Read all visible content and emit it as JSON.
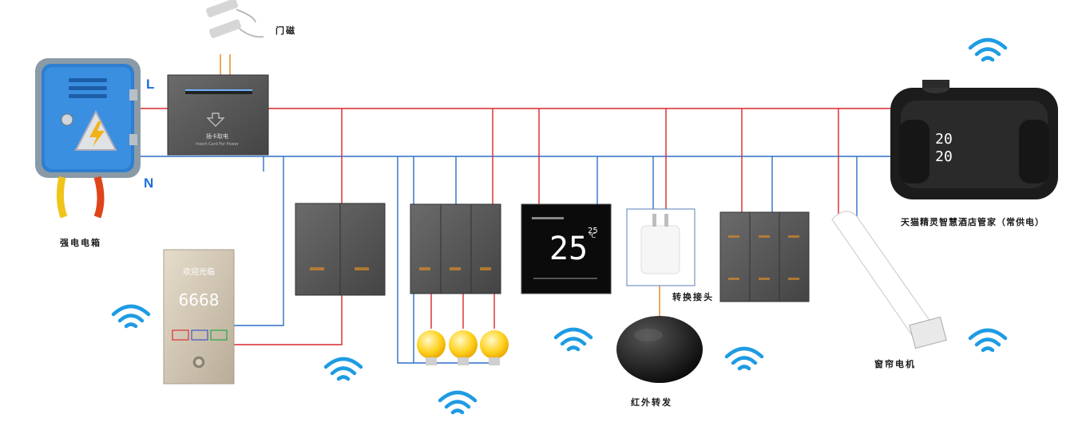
{
  "labels": {
    "door_magnet": "门磁",
    "power_box": "强电电箱",
    "adapter": "转换接头",
    "ir_blaster": "红外转发",
    "curtain_motor": "窗帘电机",
    "tmall_speaker": "天猫精灵智慧酒店管家（常供电）"
  },
  "bus": {
    "live": "L",
    "neutral": "N"
  },
  "card_switch": {
    "cn": "插卡取电",
    "en": "Insert Card For Power"
  },
  "doorplate": {
    "hotel": "欢迎光临",
    "room": "6668"
  },
  "thermostat": {
    "temp": "25",
    "unit": "℃",
    "set_temp": "25"
  },
  "speaker_clock": {
    "top": "20",
    "bottom": "20"
  },
  "colors": {
    "live_wire": "#d8272d",
    "neutral_wire": "#2f6fc8",
    "wifi": "#1e9be3",
    "panel": "#5a5a5a",
    "label": "#1d6fd6"
  },
  "icons": [
    "wifi-icon",
    "lightning-icon",
    "bulb-icon"
  ]
}
